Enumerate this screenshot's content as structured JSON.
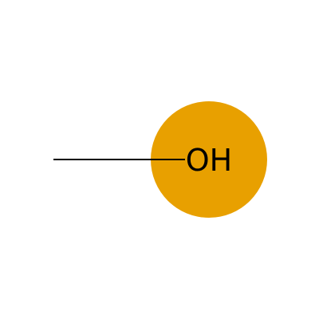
{
  "molecule": {
    "atoms": [
      {
        "element": "C",
        "label": ""
      },
      {
        "element": "O",
        "label": "OH",
        "highlight": true
      }
    ],
    "bonds": [
      {
        "from": 0,
        "to": 1,
        "order": 1
      }
    ]
  },
  "colors": {
    "background": "#ffffff",
    "bond": "#000000",
    "label": "#000000",
    "highlight": "#e8a000"
  }
}
